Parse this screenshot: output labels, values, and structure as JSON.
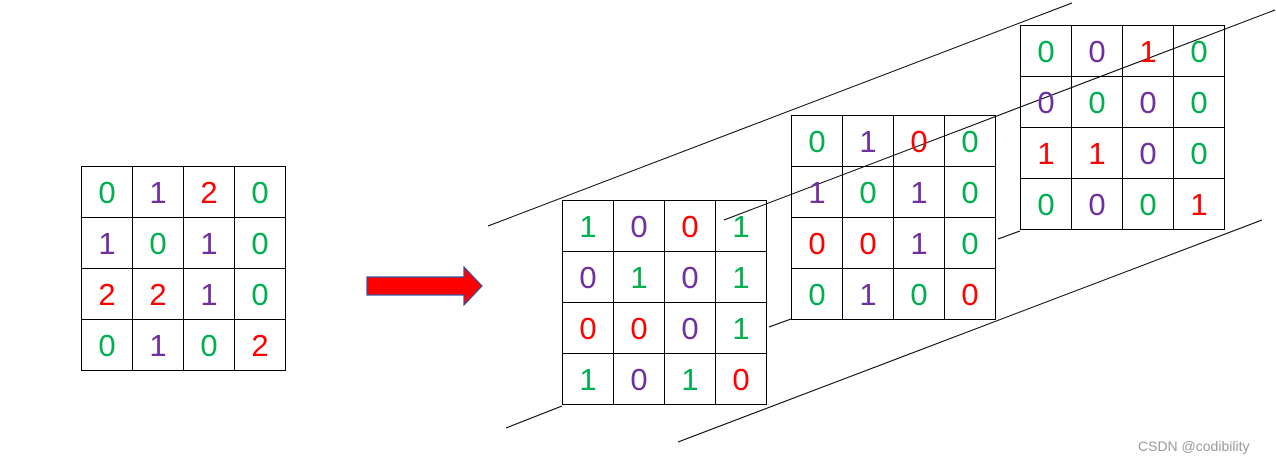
{
  "colors": {
    "0": "#00b050",
    "1": "#7030a0",
    "2": "#ff0000"
  },
  "arrow_color": "#ff0000",
  "input_matrix": {
    "values": [
      [
        0,
        1,
        2,
        0
      ],
      [
        1,
        0,
        1,
        0
      ],
      [
        2,
        2,
        1,
        0
      ],
      [
        0,
        1,
        0,
        2
      ]
    ],
    "colors": [
      [
        "0",
        "1",
        "2",
        "0"
      ],
      [
        "1",
        "0",
        "1",
        "0"
      ],
      [
        "2",
        "2",
        "1",
        "0"
      ],
      [
        "0",
        "1",
        "0",
        "2"
      ]
    ]
  },
  "channel_matrices": [
    {
      "values": [
        [
          1,
          0,
          0,
          1
        ],
        [
          0,
          1,
          0,
          1
        ],
        [
          0,
          0,
          0,
          1
        ],
        [
          1,
          0,
          1,
          0
        ]
      ],
      "colors": [
        [
          "0",
          "1",
          "2",
          "0"
        ],
        [
          "1",
          "0",
          "1",
          "0"
        ],
        [
          "2",
          "2",
          "1",
          "0"
        ],
        [
          "0",
          "1",
          "0",
          "2"
        ]
      ]
    },
    {
      "values": [
        [
          0,
          1,
          0,
          0
        ],
        [
          1,
          0,
          1,
          0
        ],
        [
          0,
          0,
          1,
          0
        ],
        [
          0,
          1,
          0,
          0
        ]
      ],
      "colors": [
        [
          "0",
          "1",
          "2",
          "0"
        ],
        [
          "1",
          "0",
          "1",
          "0"
        ],
        [
          "2",
          "2",
          "1",
          "0"
        ],
        [
          "0",
          "1",
          "0",
          "2"
        ]
      ]
    },
    {
      "values": [
        [
          0,
          0,
          1,
          0
        ],
        [
          0,
          0,
          0,
          0
        ],
        [
          1,
          1,
          0,
          0
        ],
        [
          0,
          0,
          0,
          1
        ]
      ],
      "colors": [
        [
          "0",
          "1",
          "2",
          "0"
        ],
        [
          "1",
          "0",
          "1",
          "0"
        ],
        [
          "2",
          "2",
          "1",
          "0"
        ],
        [
          "0",
          "1",
          "0",
          "2"
        ]
      ]
    }
  ],
  "watermark": "CSDN @codibility"
}
